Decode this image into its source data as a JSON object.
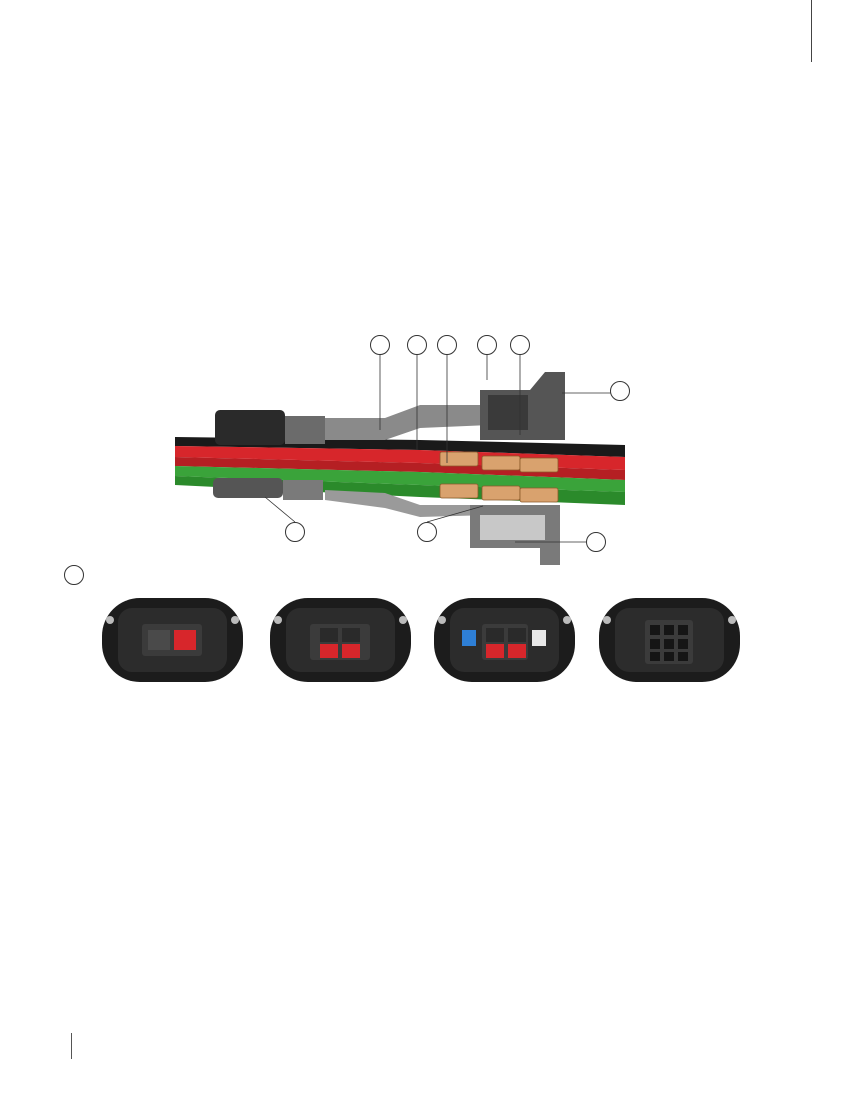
{
  "figure": {
    "callouts_top": [
      "",
      "",
      "",
      "",
      "",
      ""
    ],
    "callouts_bottom": [
      "",
      "",
      ""
    ],
    "connector_variants": [
      {
        "name": "two-pole-grey-red",
        "colors": [
          "#3a3a3a",
          "#d7262b"
        ]
      },
      {
        "name": "two-pole-stacked-red",
        "colors": [
          "#d7262b",
          "#d7262b"
        ]
      },
      {
        "name": "two-pole-with-aux",
        "colors": [
          "#2e7fd6",
          "#d7262b",
          "#e8e8e8"
        ]
      },
      {
        "name": "multi-pin-black",
        "colors": [
          "#1a1a1a"
        ]
      }
    ]
  },
  "colors": {
    "wire_red": "#d7262b",
    "wire_green": "#3aa33a",
    "wire_black": "#1a1a1a",
    "housing": "#8a8a8a",
    "contact": "#d9a26e"
  }
}
